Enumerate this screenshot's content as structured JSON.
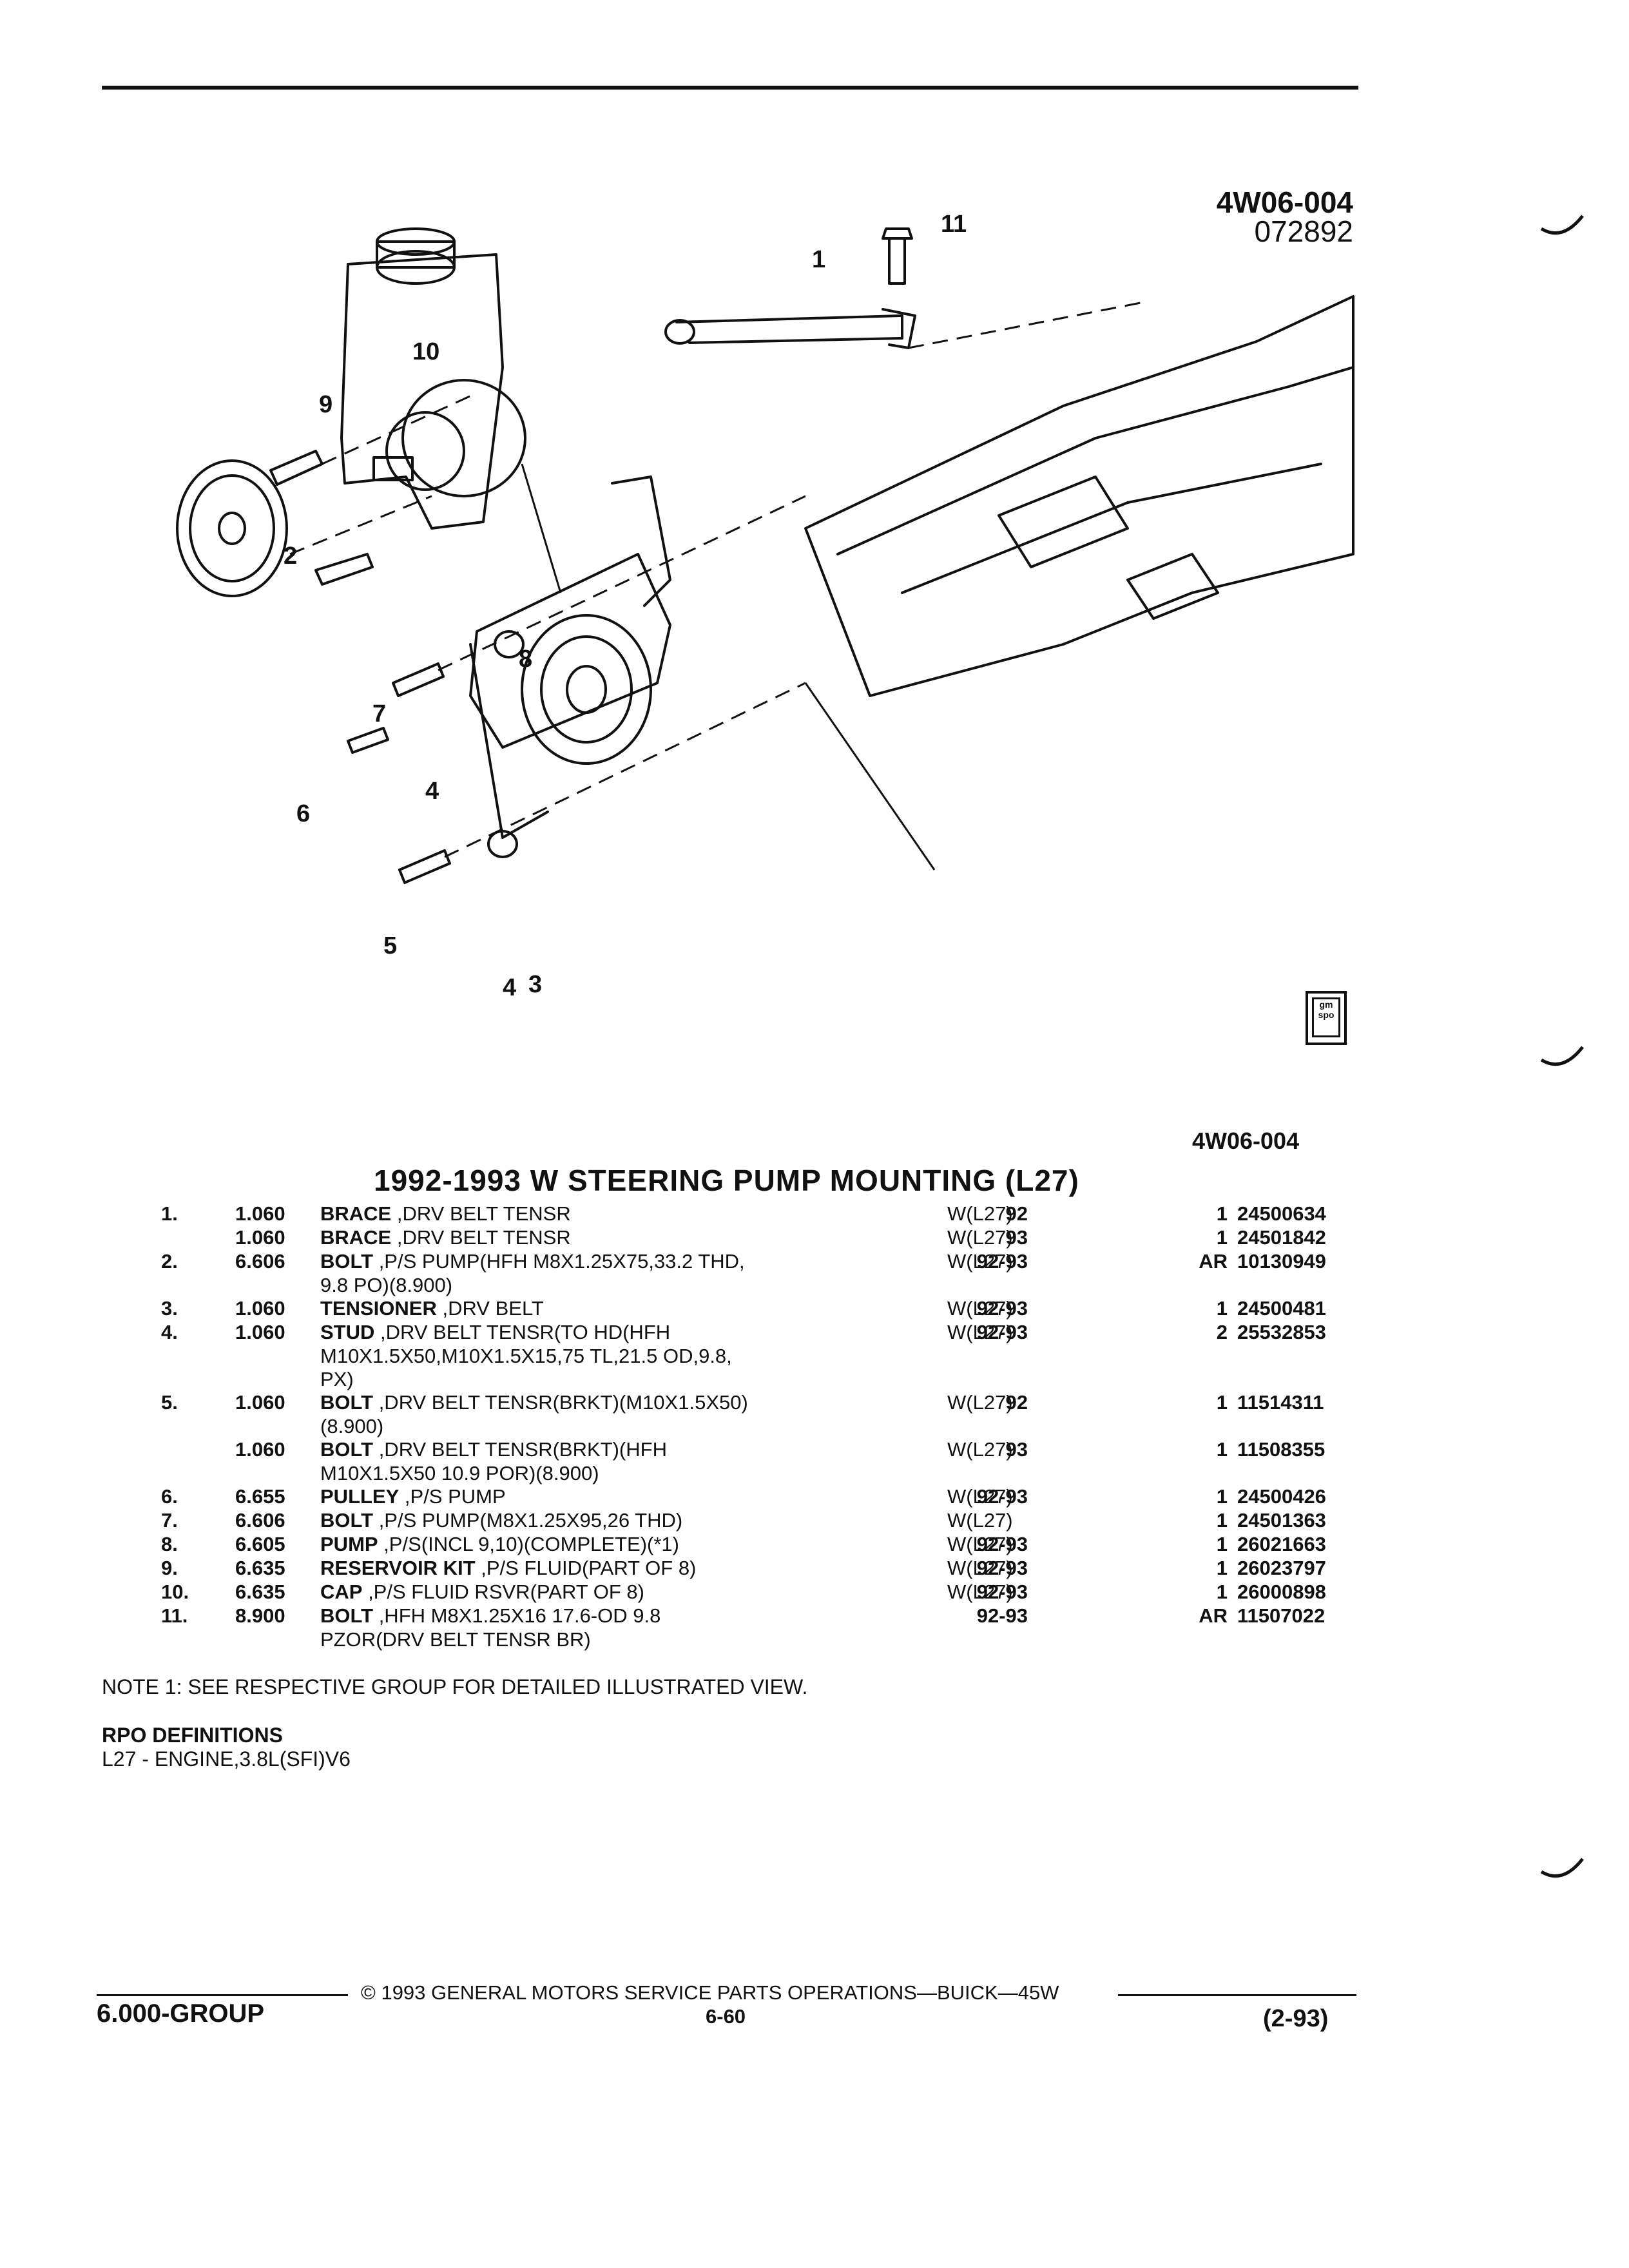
{
  "header": {
    "figure_id": "4W06-004",
    "figure_date": "072892"
  },
  "diagram": {
    "callouts": [
      "1",
      "2",
      "3",
      "4",
      "4",
      "5",
      "6",
      "7",
      "8",
      "9",
      "10",
      "11"
    ],
    "logo_text": "gm spo"
  },
  "reference_id": "4W06-004",
  "title": "1992-1993 W STEERING PUMP MOUNTING (L27)",
  "parts": [
    {
      "no": "1.",
      "group": "1.060",
      "name": "BRACE",
      "desc": " ,DRV BELT TENSR",
      "years": "92",
      "model": "W(L27)",
      "qty": "1",
      "part": "24500634"
    },
    {
      "no": "",
      "group": "1.060",
      "name": "BRACE",
      "desc": " ,DRV BELT TENSR",
      "years": "93",
      "model": "W(L27)",
      "qty": "1",
      "part": "24501842"
    },
    {
      "no": "2.",
      "group": "6.606",
      "name": "BOLT",
      "desc": " ,P/S PUMP(HFH M8X1.25X75,33.2 THD,",
      "years": "92-93",
      "model": "W(L27)",
      "qty": "AR",
      "part": "10130949"
    },
    {
      "cont": "9.8 PO)(8.900)"
    },
    {
      "no": "3.",
      "group": "1.060",
      "name": "TENSIONER",
      "desc": " ,DRV BELT",
      "years": "92-93",
      "model": "W(L27)",
      "qty": "1",
      "part": "24500481"
    },
    {
      "no": "4.",
      "group": "1.060",
      "name": "STUD",
      "desc": " ,DRV BELT TENSR(TO HD(HFH",
      "years": "92-93",
      "model": "W(L27)",
      "qty": "2",
      "part": "25532853"
    },
    {
      "cont": "M10X1.5X50,M10X1.5X15,75 TL,21.5 OD,9.8,"
    },
    {
      "cont": "PX)"
    },
    {
      "no": "5.",
      "group": "1.060",
      "name": "BOLT",
      "desc": " ,DRV BELT TENSR(BRKT)(M10X1.5X50)",
      "years": "92",
      "model": "W(L27)",
      "qty": "1",
      "part": "11514311"
    },
    {
      "cont": "(8.900)"
    },
    {
      "no": "",
      "group": "1.060",
      "name": "BOLT",
      "desc": " ,DRV BELT TENSR(BRKT)(HFH",
      "years": "93",
      "model": "W(L27)",
      "qty": "1",
      "part": "11508355"
    },
    {
      "cont": "M10X1.5X50 10.9 POR)(8.900)"
    },
    {
      "no": "6.",
      "group": "6.655",
      "name": "PULLEY",
      "desc": " ,P/S PUMP",
      "years": "92-93",
      "model": "W(L27)",
      "qty": "1",
      "part": "24500426"
    },
    {
      "no": "7.",
      "group": "6.606",
      "name": "BOLT",
      "desc": " ,P/S PUMP(M8X1.25X95,26 THD)",
      "years": "",
      "model": "W(L27)",
      "qty": "1",
      "part": "24501363"
    },
    {
      "no": "8.",
      "group": "6.605",
      "name": "PUMP",
      "desc": " ,P/S(INCL 9,10)(COMPLETE)(*1)",
      "years": "92-93",
      "model": "W(L27)",
      "qty": "1",
      "part": "26021663"
    },
    {
      "no": "9.",
      "group": "6.635",
      "name": "RESERVOIR KIT",
      "desc": " ,P/S FLUID(PART OF 8)",
      "years": "92-93",
      "model": "W(L27)",
      "qty": "1",
      "part": "26023797"
    },
    {
      "no": "10.",
      "group": "6.635",
      "name": "CAP",
      "desc": " ,P/S FLUID RSVR(PART OF 8)",
      "years": "92-93",
      "model": "W(L27)",
      "qty": "1",
      "part": "26000898"
    },
    {
      "no": "11.",
      "group": "8.900",
      "name": "BOLT",
      "desc": " ,HFH M8X1.25X16 17.6-OD 9.8",
      "years": "92-93",
      "model": "",
      "qty": "AR",
      "part": "11507022"
    },
    {
      "cont": "PZOR(DRV BELT TENSR BR)"
    }
  ],
  "note": "NOTE  1:  SEE RESPECTIVE GROUP FOR DETAILED ILLUSTRATED VIEW.",
  "rpo": {
    "heading": "RPO DEFINITIONS",
    "definition": "L27 - ENGINE,3.8L(SFI)V6"
  },
  "footer": {
    "copyright": "© 1993  GENERAL MOTORS SERVICE PARTS OPERATIONS—BUICK—45W",
    "group": "6.000-GROUP",
    "page": "6-60",
    "revision": "(2-93)"
  }
}
